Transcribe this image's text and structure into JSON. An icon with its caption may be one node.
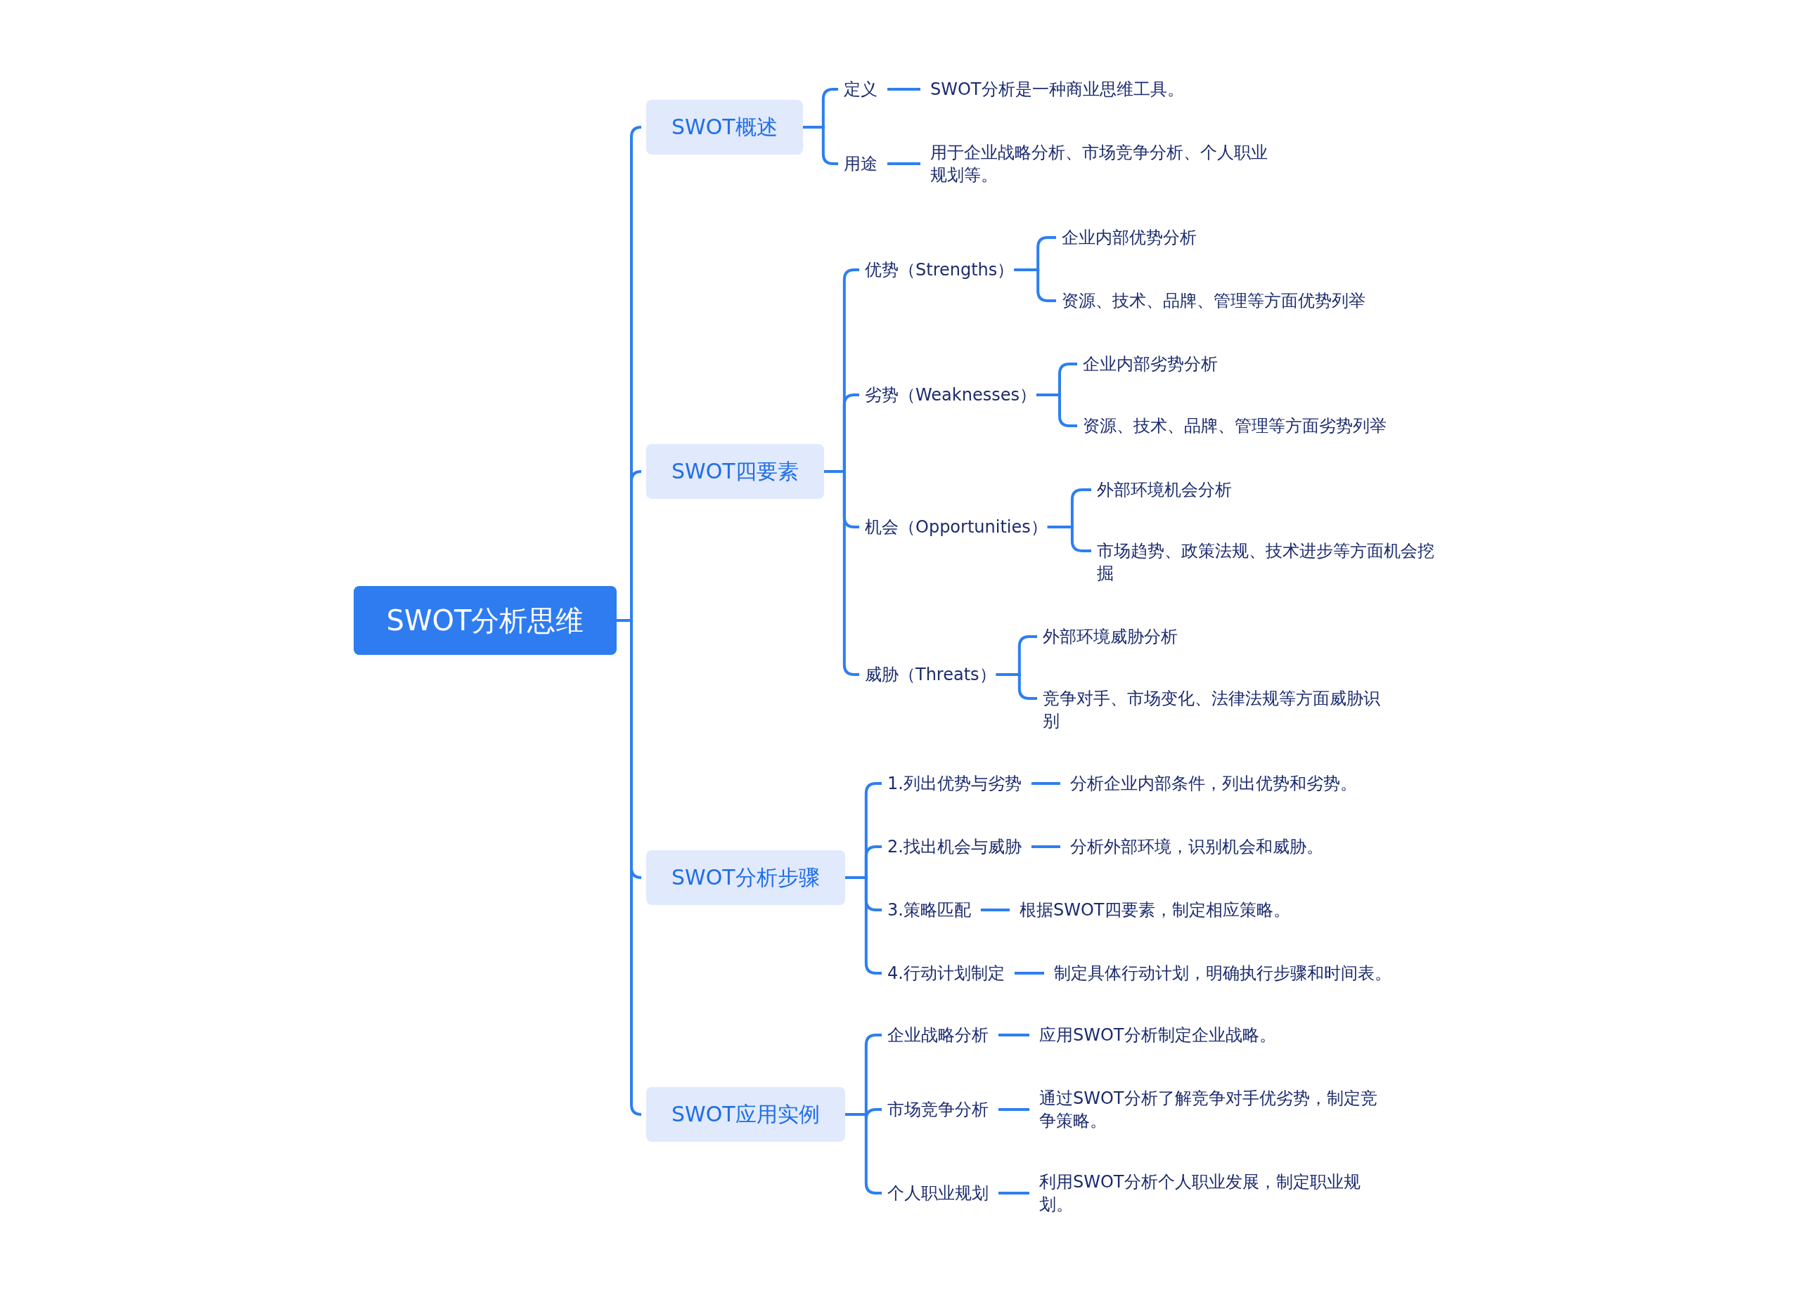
{
  "diagram": {
    "nodes": [
      {
        "text": [
          "SWOT分析思维"
        ]
      },
      {
        "text": [
          "SWOT概述"
        ]
      },
      {
        "text": [
          "定义"
        ]
      },
      {
        "text": [
          "SWOT分析是一种商业思维工具。"
        ]
      },
      {
        "text": [
          "用途"
        ]
      },
      {
        "text": [
          "用于企业战略分析、市场竞争分析、个人职业规划等。"
        ]
      },
      {
        "text": [
          "SWOT四要素"
        ]
      },
      {
        "text": [
          "优势（Strengths）"
        ]
      },
      {
        "text": [
          "企业内部优势分析"
        ]
      },
      {
        "text": [
          "资源、技术、品牌、管理等方面优势列举"
        ]
      },
      {
        "text": [
          "劣势（Weaknesses）"
        ]
      },
      {
        "text": [
          "企业内部劣势分析"
        ]
      },
      {
        "text": [
          "资源、技术、品牌、管理等方面劣势列举"
        ]
      },
      {
        "text": [
          "机会（Opportunities）"
        ]
      },
      {
        "text": [
          "外部环境机会分析"
        ]
      },
      {
        "text": [
          "市场趋势、政策法规、技术进步等方面机会挖掘"
        ]
      },
      {
        "text": [
          "威胁（Threats）"
        ]
      },
      {
        "text": [
          "外部环境威胁分析"
        ]
      },
      {
        "text": [
          "竞争对手、市场变化、法律法规等方面威胁识别"
        ]
      },
      {
        "text": [
          "SWOT分析步骤"
        ]
      },
      {
        "text": [
          "1.列出优势与劣势"
        ]
      },
      {
        "text": [
          "分析企业内部条件，列出优势和劣势。"
        ]
      },
      {
        "text": [
          "2.找出机会与威胁"
        ]
      },
      {
        "text": [
          "分析外部环境，识别机会和威胁。"
        ]
      },
      {
        "text": [
          "3.策略匹配"
        ]
      },
      {
        "text": [
          "根据SWOT四要素，制定相应策略。"
        ]
      },
      {
        "text": [
          "4.行动计划制定"
        ]
      },
      {
        "text": [
          "制定具体行动计划，明确执行步骤和时间表。"
        ]
      },
      {
        "text": [
          "SWOT应用实例"
        ]
      },
      {
        "text": [
          "企业战略分析"
        ]
      },
      {
        "text": [
          "应用SWOT分析制定企业战略。"
        ]
      },
      {
        "text": [
          "市场竞争分析"
        ]
      },
      {
        "text": [
          "通过SWOT分析了解竞争对手优劣势，制定竞争策略。"
        ]
      },
      {
        "text": [
          "个人职业规划"
        ]
      },
      {
        "text": [
          "利用SWOT分析个人职业发展，制定职业规划。"
        ]
      }
    ],
    "edges": [
      {
        "from": 0,
        "to": 1,
        "arrow": "none"
      },
      {
        "from": 1,
        "to": 2,
        "arrow": "none"
      },
      {
        "from": 2,
        "to": 3,
        "arrow": "none"
      },
      {
        "from": 1,
        "to": 4,
        "arrow": "none"
      },
      {
        "from": 4,
        "to": 5,
        "arrow": "none"
      },
      {
        "from": 0,
        "to": 6,
        "arrow": "none"
      },
      {
        "from": 6,
        "to": 7,
        "arrow": "none"
      },
      {
        "from": 7,
        "to": 8,
        "arrow": "none"
      },
      {
        "from": 7,
        "to": 9,
        "arrow": "none"
      },
      {
        "from": 6,
        "to": 10,
        "arrow": "none"
      },
      {
        "from": 10,
        "to": 11,
        "arrow": "none"
      },
      {
        "from": 10,
        "to": 12,
        "arrow": "none"
      },
      {
        "from": 6,
        "to": 13,
        "arrow": "none"
      },
      {
        "from": 13,
        "to": 14,
        "arrow": "none"
      },
      {
        "from": 13,
        "to": 15,
        "arrow": "none"
      },
      {
        "from": 6,
        "to": 16,
        "arrow": "none"
      },
      {
        "from": 16,
        "to": 17,
        "arrow": "none"
      },
      {
        "from": 16,
        "to": 18,
        "arrow": "none"
      },
      {
        "from": 0,
        "to": 19,
        "arrow": "none"
      },
      {
        "from": 19,
        "to": 20,
        "arrow": "none"
      },
      {
        "from": 20,
        "to": 21,
        "arrow": "none"
      },
      {
        "from": 19,
        "to": 22,
        "arrow": "none"
      },
      {
        "from": 22,
        "to": 23,
        "arrow": "none"
      },
      {
        "from": 19,
        "to": 24,
        "arrow": "none"
      },
      {
        "from": 24,
        "to": 25,
        "arrow": "none"
      },
      {
        "from": 19,
        "to": 26,
        "arrow": "none"
      },
      {
        "from": 26,
        "to": 27,
        "arrow": "none"
      },
      {
        "from": 0,
        "to": 28,
        "arrow": "none"
      },
      {
        "from": 28,
        "to": 29,
        "arrow": "none"
      },
      {
        "from": 29,
        "to": 30,
        "arrow": "none"
      },
      {
        "from": 28,
        "to": 31,
        "arrow": "none"
      },
      {
        "from": 31,
        "to": 32,
        "arrow": "none"
      },
      {
        "from": 28,
        "to": 33,
        "arrow": "none"
      },
      {
        "from": 33,
        "to": 34,
        "arrow": "none"
      }
    ]
  }
}
